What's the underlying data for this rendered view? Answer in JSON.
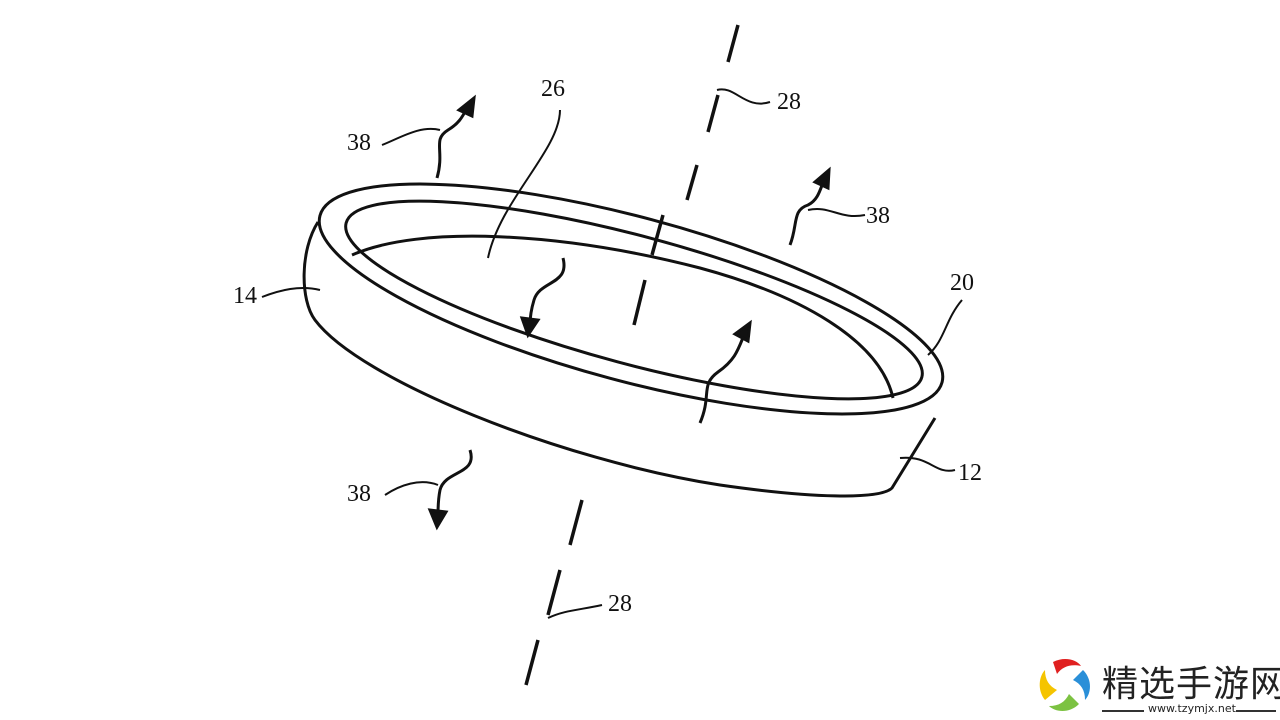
{
  "labels": {
    "axis_top": "28",
    "axis_bottom": "28",
    "interior": "26",
    "flow_top_left": "38",
    "flow_top_right": "38",
    "flow_bottom_left": "38",
    "wall_outer": "14",
    "rim": "20",
    "body": "12"
  },
  "watermark": {
    "title": "精选手游网",
    "url": "www.tzymjx.net"
  }
}
